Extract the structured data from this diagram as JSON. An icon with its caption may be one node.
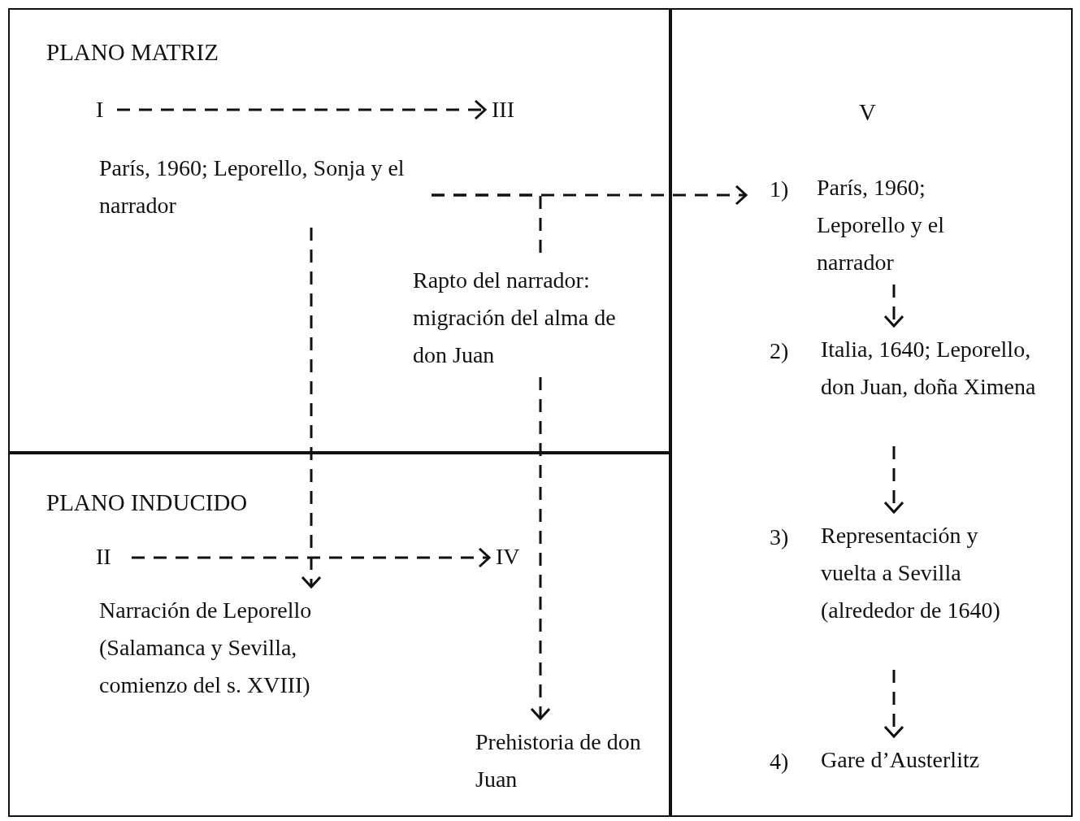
{
  "diagram": {
    "nodes": [
      {
        "text": [
          "PLANO MATRIZ"
        ]
      },
      {
        "text": [
          "PLANO INDUCIDO"
        ]
      },
      {
        "text": [
          "V"
        ]
      },
      {
        "text": [
          "I"
        ],
        "in": 0
      },
      {
        "text": [
          "III"
        ],
        "in": 0
      },
      {
        "text": [
          "París, 1960; Leporello, Sonja y el narrador"
        ],
        "in": 0
      },
      {
        "text": [
          "Rapto del narrador: migración del alma de don Juan"
        ],
        "in": 0
      },
      {
        "text": [
          "II"
        ],
        "in": 1
      },
      {
        "text": [
          "IV"
        ],
        "in": 1
      },
      {
        "text": [
          "Narración de Leporello (Salamanca y Sevilla, comienzo del s. XVIII)"
        ],
        "in": 1
      },
      {
        "text": [
          "Prehistoria de don Juan"
        ],
        "in": 1
      },
      {
        "text": [
          "París, 1960; Leporello y el narrador"
        ],
        "in": 2,
        "beside": [
          "1)"
        ]
      },
      {
        "text": [
          "Italia, 1640; Leporello, don Juan, doña Ximena"
        ],
        "in": 2,
        "beside": [
          "2)"
        ]
      },
      {
        "text": [
          "Representación y vuelta a Sevilla (alrededor de 1640)"
        ],
        "in": 2,
        "beside": [
          "3)"
        ]
      },
      {
        "text": [
          "Gare d’Austerlitz"
        ],
        "in": 2,
        "beside": [
          "4)"
        ]
      }
    ],
    "edges": [
      {
        "from": 3,
        "to": 4,
        "arrow": "to",
        "style": "dashed"
      },
      {
        "from": 5,
        "to": 11,
        "arrow": "to",
        "style": "dashed"
      },
      {
        "from": 5,
        "to": 9,
        "arrow": "to",
        "style": "dashed"
      },
      {
        "from": 5,
        "to": 6,
        "arrow": "none",
        "style": "dashed"
      },
      {
        "from": 6,
        "to": 10,
        "arrow": "to",
        "style": "dashed"
      },
      {
        "from": 7,
        "to": 8,
        "arrow": "to",
        "style": "dashed"
      },
      {
        "from": 11,
        "to": 12,
        "arrow": "to",
        "style": "dashed"
      },
      {
        "from": 12,
        "to": 13,
        "arrow": "to",
        "style": "dashed"
      },
      {
        "from": 13,
        "to": 14,
        "arrow": "to",
        "style": "dashed"
      }
    ]
  }
}
